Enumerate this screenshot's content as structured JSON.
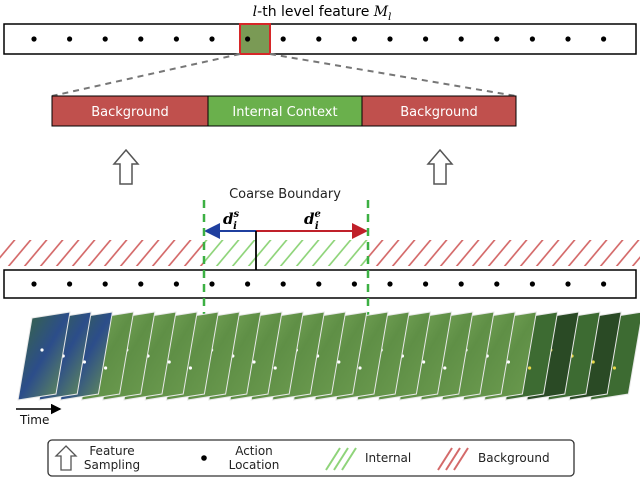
{
  "top_title": {
    "prefix": "l",
    "text": "-th level feature ",
    "symbol": "M",
    "subscript": "l"
  },
  "sampling_bar": {
    "segments": [
      {
        "label": "Background",
        "color": "#c0504d"
      },
      {
        "label": "Internal Context",
        "color": "#6ab04c"
      },
      {
        "label": "Background",
        "color": "#c0504d"
      }
    ]
  },
  "coarse_boundary_label": "Coarse Boundary",
  "distance_labels": {
    "start": {
      "base": "d",
      "sup": "s",
      "sub": "i",
      "color": "#1f3f9f"
    },
    "end": {
      "base": "d",
      "sup": "e",
      "sub": "i",
      "color": "#c0202a"
    }
  },
  "time_label": "Time",
  "legend": {
    "feature_sampling": [
      "Feature",
      "Sampling"
    ],
    "action_location": [
      "Action",
      "Location"
    ],
    "internal": "Internal",
    "background": "Background"
  },
  "colors": {
    "background_red": "#c0504d",
    "internal_green": "#6ab04c",
    "highlight_red": "#d62728",
    "boundary_green": "#3cb043",
    "hatch_red": "#d46a6a",
    "hatch_green": "#8fd47a"
  }
}
